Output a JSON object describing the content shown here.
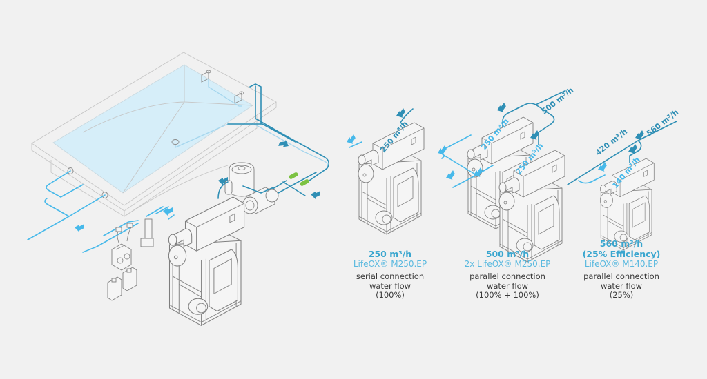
{
  "diagram": {
    "title": "LifeOX installation configurations",
    "colors": {
      "background": "#f1f1f1",
      "pipe_dark": "#2f8fb5",
      "pipe_light": "#47b9ea",
      "pool_water": "#d6eef9",
      "valve": "#7cc242",
      "caption_accent": "#3aa6cf"
    },
    "configurations": [
      {
        "id": "serial",
        "flow": "250 m³/h",
        "model": "LifeOX® M250.EP",
        "desc_lines": [
          "serial connection",
          "water flow",
          "(100%)"
        ],
        "unit_labels": [
          "250 m³/h"
        ]
      },
      {
        "id": "parallel-double",
        "flow": "500 m³/h",
        "model": "2x LifeOX® M250.EP",
        "desc_lines": [
          "parallel connection",
          "water flow",
          "(100% + 100%)"
        ],
        "main_label": "500 m³/h",
        "unit_labels": [
          "250 m³/h",
          "250 m³/h"
        ]
      },
      {
        "id": "parallel-partial",
        "flow": "560 m³/h",
        "efficiency": "(25% Efficiency)",
        "model": "LifeOX® M140.EP",
        "desc_lines": [
          "parallel connection",
          "water flow",
          "(25%)"
        ],
        "main_label": "560 m³/h",
        "bypass_label": "420 m³/h",
        "unit_labels": [
          "140 m³/h"
        ]
      }
    ],
    "icons": [
      "flow-arrow-icon",
      "pool-icon",
      "pump-icon",
      "filter-icon",
      "valve-icon",
      "chemical-canister-icon",
      "controller-icon",
      "lifeox-unit-icon"
    ]
  }
}
